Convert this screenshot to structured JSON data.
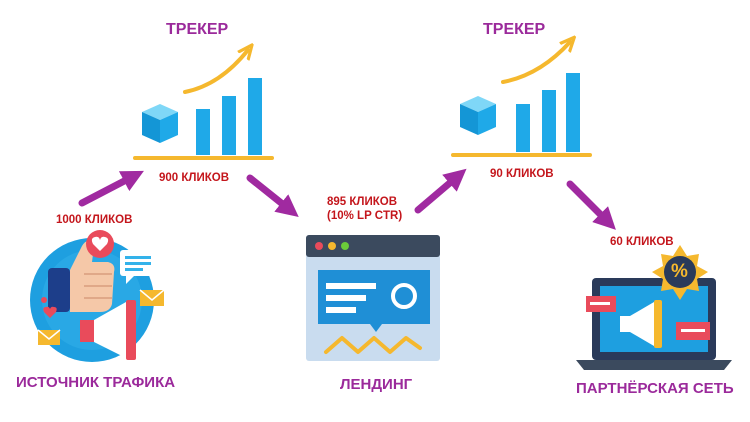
{
  "diagram": {
    "tracker_1": {
      "title": "ТРЕКЕР",
      "clicks": "900 КЛИКОВ"
    },
    "tracker_2": {
      "title": "ТРЕКЕР",
      "clicks": "90 КЛИКОВ"
    },
    "source": {
      "label": "ИСТОЧНИК ТРАФИКА",
      "clicks": "1000 КЛИКОВ"
    },
    "landing": {
      "label": "ЛЕНДИНГ",
      "clicks_line1": "895 КЛИКОВ",
      "clicks_line2": "(10% LP CTR)"
    },
    "network": {
      "label": "ПАРТНЁРСКАЯ СЕТЬ",
      "clicks": "60 КЛИКОВ"
    },
    "badge_symbol": "%"
  },
  "colors": {
    "accent_purple": "#9b2a9b",
    "count_red": "#c4161c",
    "chart_blue": "#1fa9e8",
    "axis_gold": "#f5b82e",
    "arrow_purple": "#a02aa0"
  }
}
